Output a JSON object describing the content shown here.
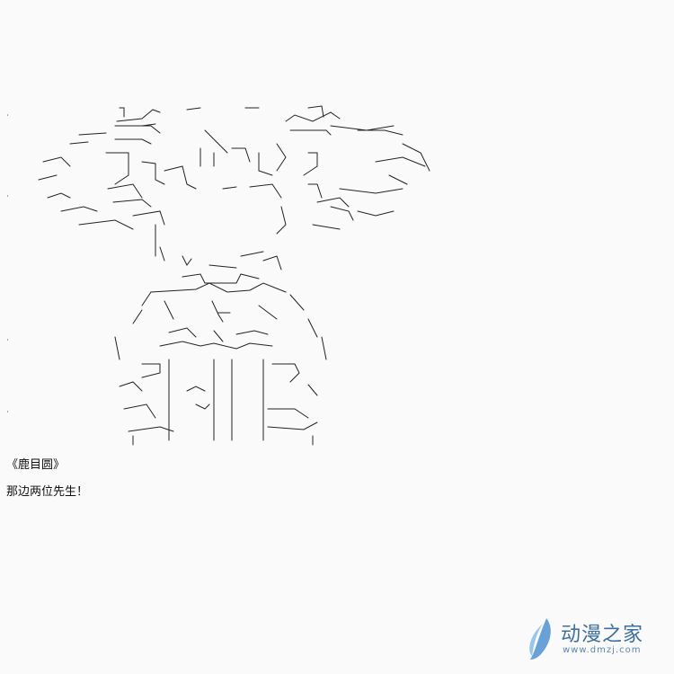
{
  "caption": {
    "title": "《鹿目圆》",
    "dialogue": "那边两位先生！"
  },
  "watermark": {
    "name": "动漫之家",
    "url": "www.dmzj.com",
    "color": "#3f6f9a"
  },
  "ascii_art": {
    "style": "hand-drawn text-art character with ribbons and dress"
  }
}
